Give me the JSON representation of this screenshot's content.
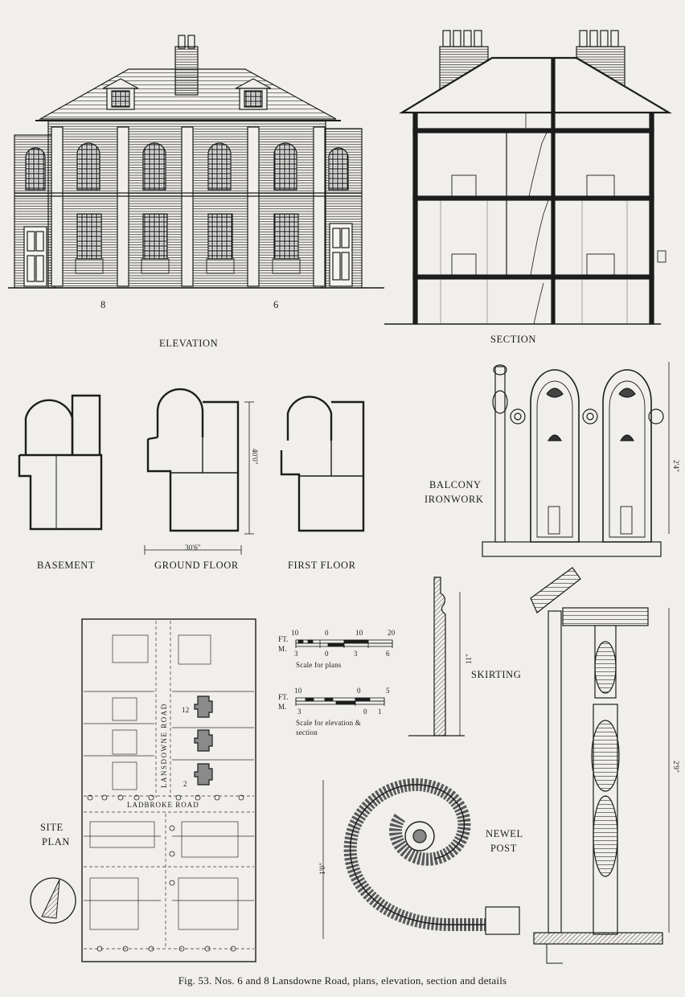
{
  "labels": {
    "elevation": "ELEVATION",
    "section": "SECTION",
    "house_8": "8",
    "house_6": "6",
    "basement": "BASEMENT",
    "ground_floor": "GROUND FLOOR",
    "first_floor": "FIRST FLOOR",
    "balcony_line1": "BALCONY",
    "balcony_line2": "IRONWORK",
    "skirting": "SKIRTING",
    "site_line1": "SITE",
    "site_line2": "PLAN",
    "newel_line1": "NEWEL",
    "newel_line2": "POST",
    "lansdowne_road": "LANSDOWNE ROAD",
    "ladbroke_road": "LADBROKE ROAD",
    "plot_12": "12",
    "plot_2": "2"
  },
  "dimensions": {
    "ground_width": "30'6\"",
    "ground_depth": "40'0\"",
    "balcony_height": "2'4\"",
    "skirting_height": "11\"",
    "newel_height": "2'9\"",
    "handrail_height": "1'0\""
  },
  "scales": {
    "plans": {
      "ft_label": "FT.",
      "m_label": "M.",
      "ft_ticks": [
        "10",
        "0",
        "10",
        "20"
      ],
      "m_ticks": [
        "3",
        "0",
        "3",
        "6"
      ],
      "caption": "Scale for plans"
    },
    "elevation": {
      "ft_label": "FT.",
      "m_label": "M.",
      "ft_ticks": [
        "10",
        "0",
        "5"
      ],
      "m_ticks": [
        "3",
        "0",
        "1"
      ],
      "caption_line1": "Scale for elevation &",
      "caption_line2": "section"
    }
  },
  "caption": "Fig. 53. Nos. 6 and 8 Lansdowne Road, plans, elevation, section and details"
}
